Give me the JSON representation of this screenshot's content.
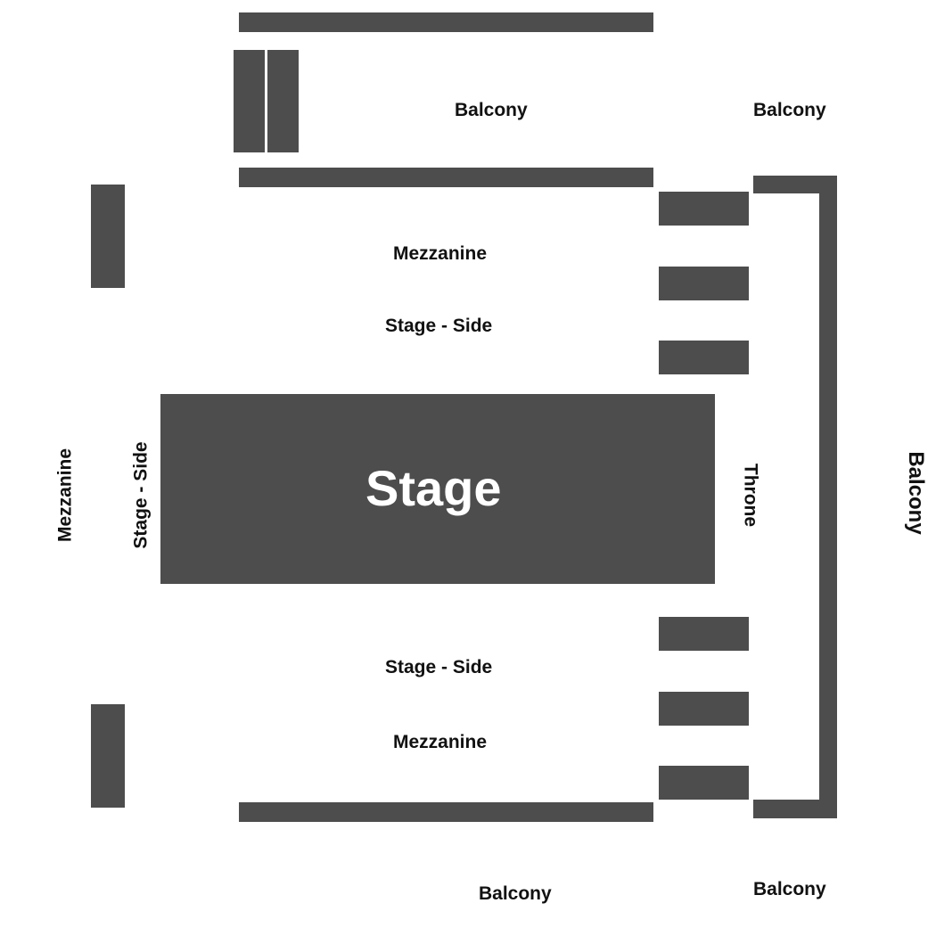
{
  "colors": {
    "block": "#4d4d4d",
    "label": "#111111",
    "stage_text": "#ffffff",
    "background": "#ffffff"
  },
  "labels": {
    "stage": "Stage",
    "balcony_top_center": "Balcony",
    "balcony_top_right": "Balcony",
    "balcony_right_vertical": "Balcony",
    "balcony_bottom_center": "Balcony",
    "balcony_bottom_right": "Balcony",
    "mezzanine_top": "Mezzanine",
    "mezzanine_bottom": "Mezzanine",
    "mezzanine_left_vertical": "Mezzanine",
    "stage_side_top": "Stage - Side",
    "stage_side_bottom": "Stage - Side",
    "stage_side_left_vertical": "Stage - Side",
    "throne_vertical": "Throne"
  }
}
